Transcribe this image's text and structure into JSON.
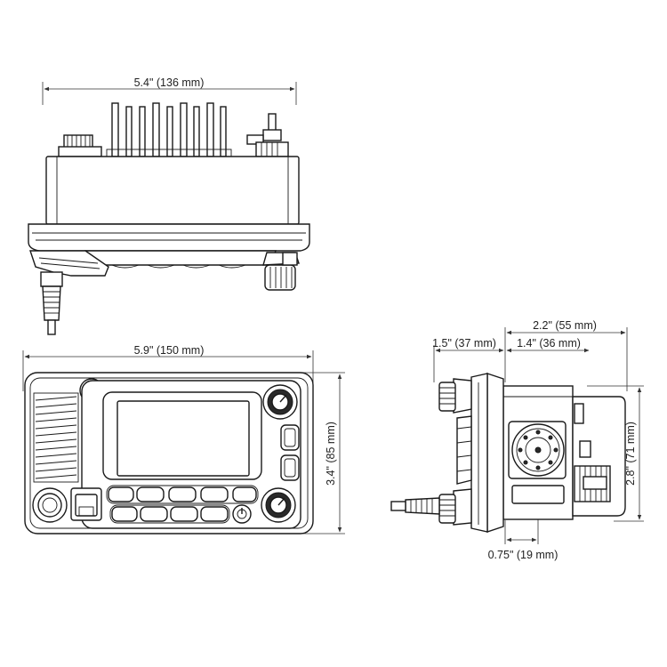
{
  "dimensions": {
    "top_width": "5.4\" (136 mm)",
    "front_width": "5.9\" (150 mm)",
    "front_height": "3.4\" (85 mm)",
    "side_total_depth": "2.2\" (55 mm)",
    "side_front_depth": "1.5\" (37 mm)",
    "side_rear_depth": "1.4\" (36 mm)",
    "side_height": "2.8\" (71 mm)",
    "side_offset": "0.75\" (19 mm)"
  },
  "colors": {
    "line": "#1a1a1a",
    "screen": "#ffffff"
  }
}
